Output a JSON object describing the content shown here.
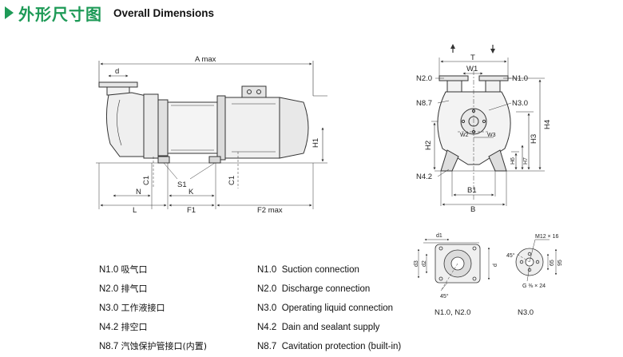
{
  "header": {
    "title_cn": "外形尺寸图",
    "title_en": "Overall Dimensions",
    "icon": "triangle-bullet-icon",
    "accent": "#1e9a57"
  },
  "side_view": {
    "labels": {
      "a_max": "A max",
      "d": "d",
      "h1": "H1",
      "c1_left": "C1",
      "c1_right": "C1",
      "s1": "S1",
      "n": "N",
      "k": "K",
      "l": "L",
      "f1": "F1",
      "f2_max": "F2 max"
    }
  },
  "front_view": {
    "labels": {
      "t": "T",
      "w1": "W1",
      "n2": "N2.0",
      "n1": "N1.0",
      "n87": "N8.7",
      "n3": "N3.0",
      "h4": "H4",
      "h2": "H2",
      "h3": "H3",
      "w2": "W2",
      "w3": "W3",
      "h6": "H6",
      "h7": "H7",
      "n42": "N4.2",
      "b1": "B1",
      "b": "B"
    }
  },
  "flange_detail": {
    "labels": {
      "d1": "d1",
      "d3": "d3",
      "d2": "d2",
      "d": "d",
      "angle": "45°",
      "caption": "N1.0, N2.0"
    }
  },
  "port_detail": {
    "labels": {
      "thread": "M12 × 16",
      "angle": "45°",
      "d65": "65",
      "d95": "95",
      "pipe": "G ⅜ × 24",
      "caption": "N3.0"
    }
  },
  "legend_cn": [
    {
      "code": "N1.0",
      "text": "吸气口"
    },
    {
      "code": "N2.0",
      "text": "排气口"
    },
    {
      "code": "N3.0",
      "text": "工作液接口"
    },
    {
      "code": "N4.2",
      "text": "排空口"
    },
    {
      "code": "N8.7",
      "text": "汽蚀保护管接口(内置)"
    }
  ],
  "legend_en": [
    {
      "code": "N1.0",
      "text": "Suction connection"
    },
    {
      "code": "N2.0",
      "text": "Discharge connection"
    },
    {
      "code": "N3.0",
      "text": "Operating liquid connection"
    },
    {
      "code": "N4.2",
      "text": "Dain and sealant supply"
    },
    {
      "code": "N8.7",
      "text": "Cavitation protection (built-in)"
    }
  ]
}
